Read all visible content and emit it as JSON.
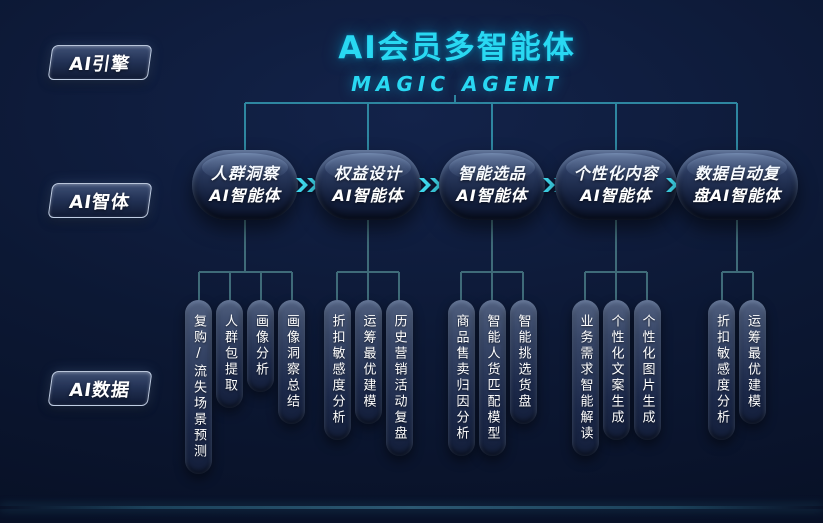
{
  "title": {
    "main": "AI会员多智能体",
    "sub": "MAGIC AGENT"
  },
  "rows": [
    {
      "label": "AI引擎"
    },
    {
      "label": "AI智体"
    },
    {
      "label": "AI数据"
    }
  ],
  "agents": [
    {
      "line1": "人群洞察",
      "line2": "AI智能体",
      "children": [
        "复购/流失场景预测",
        "人群包提取",
        "画像分析",
        "画像洞察总结"
      ]
    },
    {
      "line1": "权益设计",
      "line2": "AI智能体",
      "children": [
        "折扣敏感度分析",
        "运筹最优建模",
        "历史营销活动复盘"
      ]
    },
    {
      "line1": "智能选品",
      "line2": "AI智能体",
      "children": [
        "商品售卖归因分析",
        "智能人货匹配模型",
        "智能挑选货盘"
      ]
    },
    {
      "line1": "个性化内容",
      "line2": "AI智能体",
      "children": [
        "业务需求智能解读",
        "个性化文案生成",
        "个性化图片生成"
      ]
    },
    {
      "line1": "数据自动复",
      "line2": "盘AI智能体",
      "children": [
        "折扣敏感度分析",
        "运筹最优建模"
      ]
    }
  ],
  "icons": {
    "between_agents": "double-chevron-right-icon"
  },
  "colors": {
    "accent": "#29d8f2",
    "connector": "#2e86a0",
    "background": "#0c1834"
  }
}
